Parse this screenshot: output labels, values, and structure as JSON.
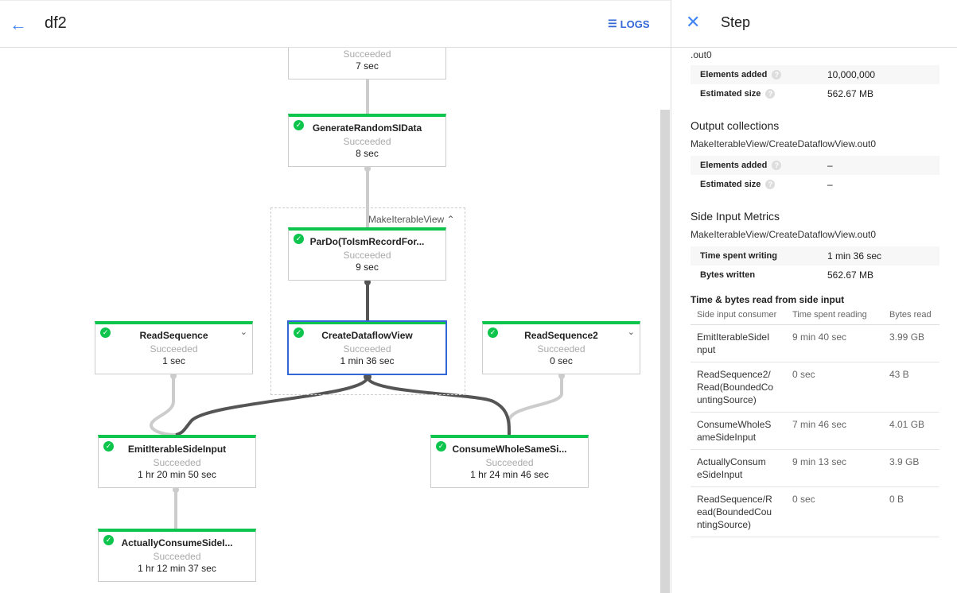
{
  "header": {
    "title": "df2",
    "logs_label": "LOGS"
  },
  "graph": {
    "group_label": "MakeIterableView",
    "nodes": [
      {
        "name": "",
        "status": "Succeeded",
        "duration": "7 sec"
      },
      {
        "name": "GenerateRandomSIData",
        "status": "Succeeded",
        "duration": "8 sec"
      },
      {
        "name": "ParDo(ToIsmRecordFor...",
        "status": "Succeeded",
        "duration": "9 sec"
      },
      {
        "name": "CreateDataflowView",
        "status": "Succeeded",
        "duration": "1 min 36 sec"
      },
      {
        "name": "ReadSequence",
        "status": "Succeeded",
        "duration": "1 sec"
      },
      {
        "name": "ReadSequence2",
        "status": "Succeeded",
        "duration": "0 sec"
      },
      {
        "name": "EmitIterableSideInput",
        "status": "Succeeded",
        "duration": "1 hr 20 min 50 sec"
      },
      {
        "name": "ConsumeWholeSameSi...",
        "status": "Succeeded",
        "duration": "1 hr 24 min 46 sec"
      },
      {
        "name": "ActuallyConsumeSideI...",
        "status": "Succeeded",
        "duration": "1 hr 12 min 37 sec"
      }
    ]
  },
  "panel": {
    "title": "Step",
    "input_tail": ".out0",
    "input_metrics": [
      {
        "k": "Elements added",
        "v": "10,000,000"
      },
      {
        "k": "Estimated size",
        "v": "562.67 MB"
      }
    ],
    "output_heading": "Output collections",
    "output_name": "MakeIterableView/CreateDataflowView.out0",
    "output_metrics": [
      {
        "k": "Elements added",
        "v": "–"
      },
      {
        "k": "Estimated size",
        "v": "–"
      }
    ],
    "side_heading": "Side Input Metrics",
    "side_name": "MakeIterableView/CreateDataflowView.out0",
    "side_metrics": [
      {
        "k": "Time spent writing",
        "v": "1 min 36 sec"
      },
      {
        "k": "Bytes written",
        "v": "562.67 MB"
      }
    ],
    "read_heading": "Time & bytes read from side input",
    "columns": [
      "Side input consumer",
      "Time spent reading",
      "Bytes read"
    ],
    "rows": [
      [
        "EmitIterableSideI nput",
        "9 min 40 sec",
        "3.99 GB"
      ],
      [
        "ReadSequence2/ Read(BoundedCo untingSource)",
        "0 sec",
        "43 B"
      ],
      [
        "ConsumeWholeS ameSideInput",
        "7 min 46 sec",
        "4.01 GB"
      ],
      [
        "ActuallyConsum eSideInput",
        "9 min 13 sec",
        "3.9 GB"
      ],
      [
        "ReadSequence/R ead(BoundedCou ntingSource)",
        "0 sec",
        "0 B"
      ]
    ]
  },
  "colors": {
    "success": "#0dc54c",
    "accent": "#3367d6",
    "edge_light": "#cccccc",
    "edge_dark": "#555555"
  }
}
